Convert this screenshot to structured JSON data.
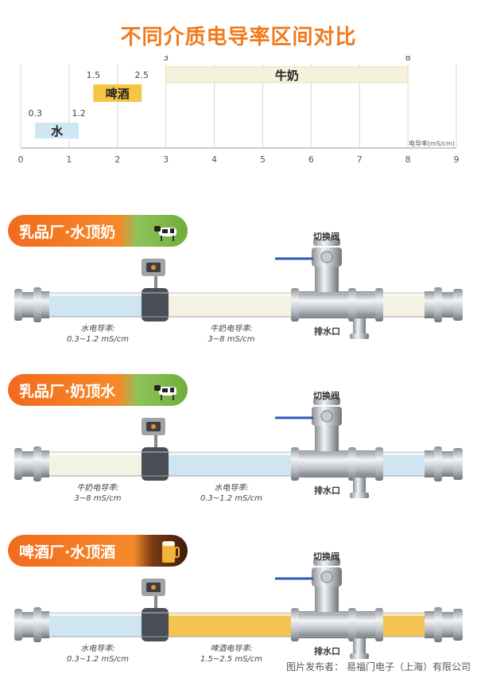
{
  "title": "不同介质电导率区间对比",
  "chart_data": {
    "type": "bar",
    "xlabel": "电导率(mS/cm)",
    "xlim": [
      0,
      9
    ],
    "ticks": [
      0,
      1,
      2,
      3,
      4,
      5,
      6,
      7,
      8,
      9
    ],
    "ranges": [
      {
        "name": "水",
        "min": 0.3,
        "max": 1.2,
        "min_label": "0.3",
        "max_label": "1.2",
        "color": "#cfe6f4"
      },
      {
        "name": "啤酒",
        "min": 1.5,
        "max": 2.5,
        "min_label": "1.5",
        "max_label": "2.5",
        "color": "#f7c544"
      },
      {
        "name": "牛奶",
        "min": 3,
        "max": 8,
        "min_label": "3",
        "max_label": "8",
        "color": "#f6f1dc"
      }
    ],
    "grid": true
  },
  "sections": [
    {
      "banner": "乳品厂·水顶奶",
      "valve_label": "切换阀",
      "drain_label": "排水口",
      "left_fluid": "#cfe6f2",
      "right_fluid": "#f4f2e2",
      "end_fluid": "#f4f2e2",
      "left_caption": {
        "name": "水电导率:",
        "range": "0.3~1.2 mS/cm"
      },
      "right_caption": {
        "name": "牛奶电导率:",
        "range": "3~8 mS/cm"
      }
    },
    {
      "banner": "乳品厂·奶顶水",
      "valve_label": "切换阀",
      "drain_label": "排水口",
      "left_fluid": "#f4f2e2",
      "right_fluid": "#cfe6f2",
      "end_fluid": "#cfe6f2",
      "left_caption": {
        "name": "牛奶电导率:",
        "range": "3~8 mS/cm"
      },
      "right_caption": {
        "name": "水电导率:",
        "range": "0.3~1.2 mS/cm"
      }
    },
    {
      "banner": "啤酒厂·水顶酒",
      "valve_label": "切换阀",
      "drain_label": "排水口",
      "left_fluid": "#cfe6f2",
      "right_fluid": "#f3c453",
      "end_fluid": "#f3c453",
      "left_caption": {
        "name": "水电导率:",
        "range": "0.3~1.2 mS/cm"
      },
      "right_caption": {
        "name": "啤酒电导率:",
        "range": "1.5~2.5 mS/cm"
      }
    }
  ],
  "credit": "图片发布者： 易福门电子（上海）有限公司"
}
